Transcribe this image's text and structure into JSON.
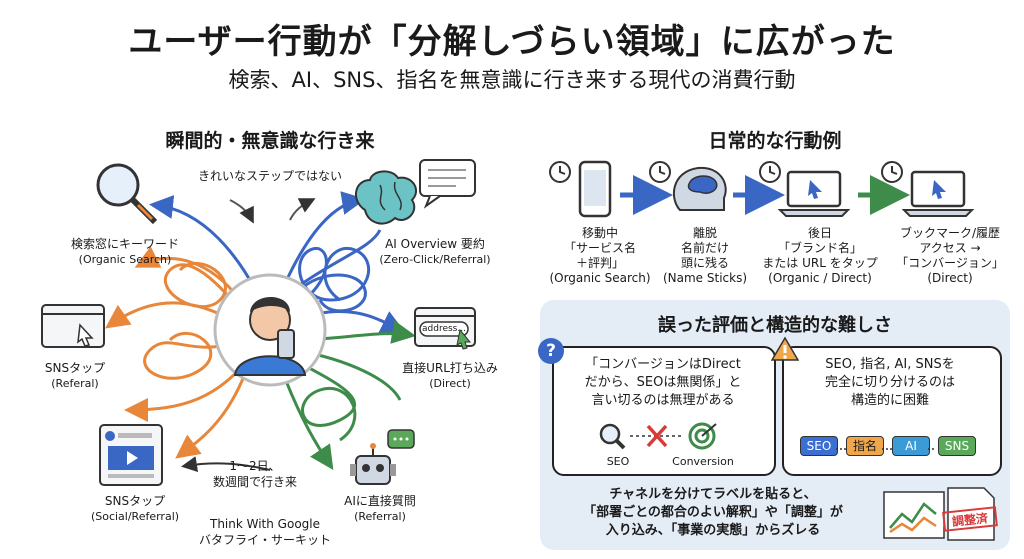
{
  "title": "ユーザー行動が「分解しづらい領域」に広がった",
  "subtitle": "検索、AI、SNS、指名を無意識に行き来する現代の消費行動",
  "left": {
    "heading": "瞬間的・無意識な行き来",
    "center_note": "きれいなステップではない",
    "time_note_1": "1〜2日、",
    "time_note_2": "数週間で行き来",
    "source_1": "Think With Google",
    "source_2": "バタフライ・サーキット",
    "nodes": {
      "search_ja": "検索窓にキーワード",
      "search_en": "(Organic Search)",
      "ai_ja": "AI Overview 要約",
      "ai_en": "(Zero-Click/Referral)",
      "sns1_ja": "SNSタップ",
      "sns1_en": "(Referal)",
      "url_ja": "直接URL打ち込み",
      "url_en": "(Direct)",
      "url_box": "address...",
      "sns2_ja": "SNSタップ",
      "sns2_en": "(Social/Referral)",
      "bot_ja": "AIに直接質問",
      "bot_en": "(Referral)"
    }
  },
  "right": {
    "heading": "日常的な行動例",
    "steps": [
      {
        "l1": "移動中",
        "l2": "「サービス名",
        "l3": "＋評判」",
        "l4": "(Organic Search)"
      },
      {
        "l1": "離脱",
        "l2": "名前だけ",
        "l3": "頭に残る",
        "l4": "(Name Sticks)"
      },
      {
        "l1": "後日",
        "l2": "「ブランド名」",
        "l3": "または URL をタップ",
        "l4": "(Organic / Direct)"
      },
      {
        "l1": "ブックマーク/履歴",
        "l2": "アクセス →",
        "l3": "「コンバージョン」",
        "l4": "(Direct)"
      }
    ],
    "panel_title": "誤った評価と構造的な難しさ",
    "card1": {
      "l1": "「コンバージョンはDirect",
      "l2": "だから、SEOは無関係」と",
      "l3": "言い切るのは無理がある",
      "seo": "SEO",
      "conv": "Conversion"
    },
    "card2": {
      "l1": "SEO, 指名, AI, SNSを",
      "l2": "完全に切り分けるのは",
      "l3": "構造的に困難"
    },
    "chips": [
      "SEO",
      "指名",
      "AI",
      "SNS"
    ],
    "chip_colors": [
      "#3b6fd4",
      "#f0a64a",
      "#3a9bd6",
      "#5aa85a"
    ],
    "bottom": {
      "l1": "チャネルを分けてラベルを貼ると、",
      "l2": "「部署ごとの都合のよい解釈」や「調整」が",
      "l3": "入り込み、「事業の実態」からズレる"
    },
    "stamp": "調整済"
  }
}
